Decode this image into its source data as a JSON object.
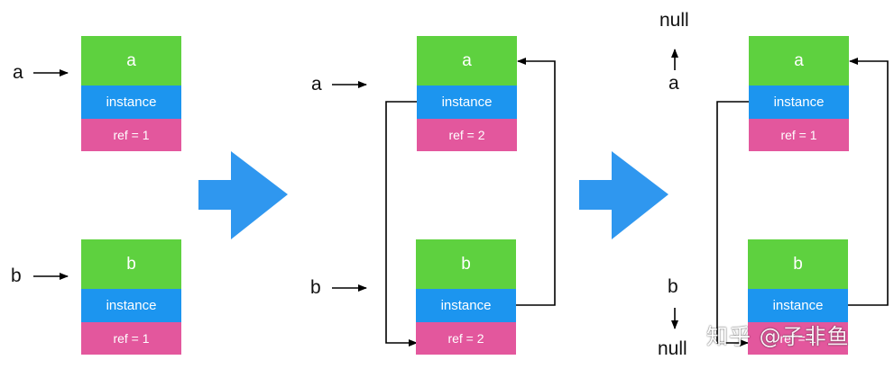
{
  "colors": {
    "name_block": "#5ed13f",
    "instance_block": "#1c95ef",
    "ref_block": "#e3579d",
    "transition_arrow": "#2f97ef",
    "line": "#000000"
  },
  "panels": [
    {
      "objects": [
        {
          "name": "a",
          "instance": "instance",
          "ref": "ref = 1"
        },
        {
          "name": "b",
          "instance": "instance",
          "ref": "ref = 1"
        }
      ],
      "vars": [
        "a",
        "b"
      ]
    },
    {
      "objects": [
        {
          "name": "a",
          "instance": "instance",
          "ref": "ref = 2"
        },
        {
          "name": "b",
          "instance": "instance",
          "ref": "ref = 2"
        }
      ],
      "vars": [
        "a",
        "b"
      ]
    },
    {
      "objects": [
        {
          "name": "a",
          "instance": "instance",
          "ref": "ref = 1"
        },
        {
          "name": "b",
          "instance": "instance",
          "ref": "ref = 1"
        }
      ],
      "vars": [
        "a",
        "b"
      ],
      "nulls": [
        "null",
        "null"
      ]
    }
  ],
  "transition_icons": [
    "right-arrow-icon",
    "right-arrow-icon"
  ],
  "watermark": "知乎 @子非鱼"
}
